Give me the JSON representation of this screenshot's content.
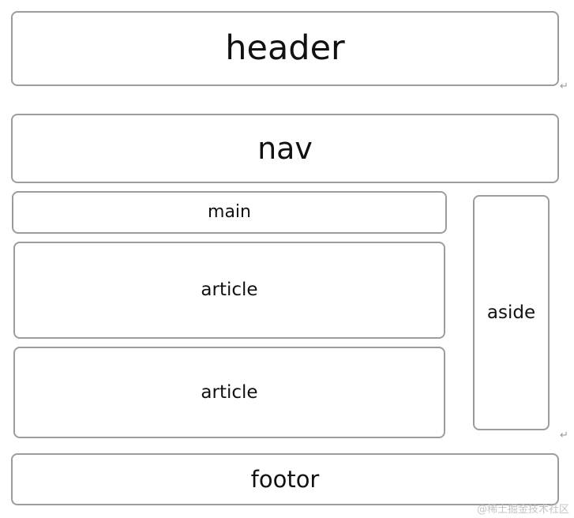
{
  "diagram": {
    "header": {
      "label": "header"
    },
    "nav": {
      "label": "nav"
    },
    "main": {
      "label": "main"
    },
    "articles": [
      {
        "label": "article"
      },
      {
        "label": "article"
      }
    ],
    "aside": {
      "label": "aside"
    },
    "footer": {
      "label": "footor"
    }
  },
  "marks": {
    "return_symbol": "↵"
  },
  "watermark": "@稀土掘金技术社区",
  "colors": {
    "border": "#9c9c9c",
    "text": "#111111",
    "background": "#ffffff"
  }
}
